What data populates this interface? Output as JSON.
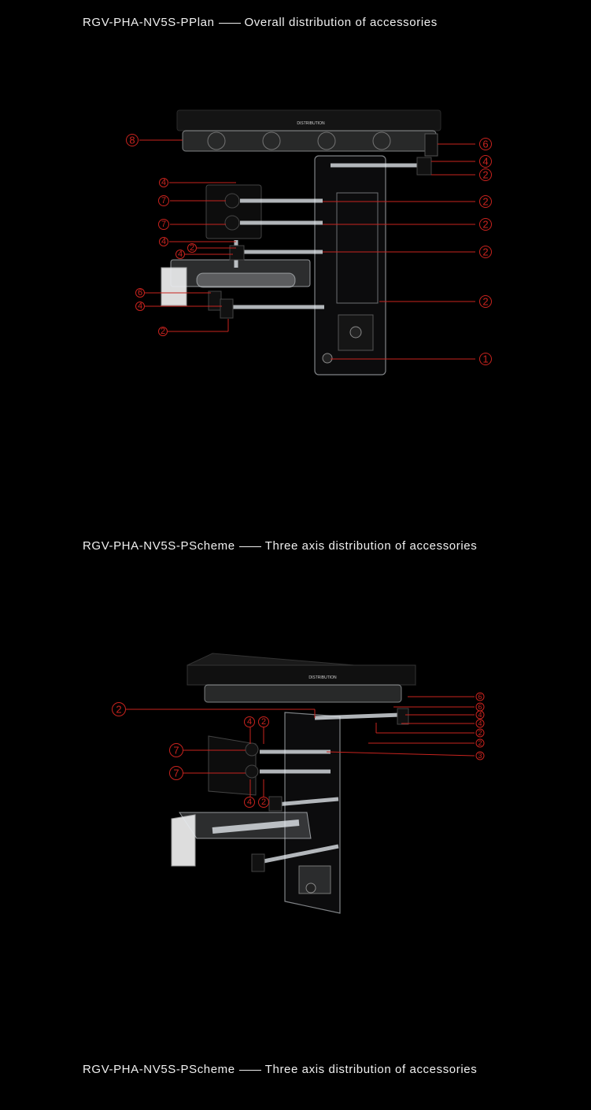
{
  "headings": [
    {
      "model": "RGV-PHA-NV5S-PPlan",
      "desc": "Overall distribution of accessories"
    },
    {
      "model": "RGV-PHA-NV5S-PScheme",
      "desc": "Three axis distribution of accessories"
    },
    {
      "model": "RGV-PHA-NV5S-PScheme",
      "desc": "Three axis distribution of accessories"
    }
  ],
  "accent_color": "#c8231e",
  "diagram1": {
    "callouts": [
      "8",
      "6",
      "4",
      "2",
      "4",
      "7",
      "2",
      "7",
      "2",
      "4",
      "2",
      "2",
      "4",
      "6",
      "2",
      "4",
      "2",
      "1"
    ]
  },
  "diagram2": {
    "callouts": [
      "2",
      "4",
      "2",
      "7",
      "7",
      "4",
      "2",
      "6",
      "6",
      "4",
      "4",
      "2",
      "2",
      "3"
    ]
  }
}
